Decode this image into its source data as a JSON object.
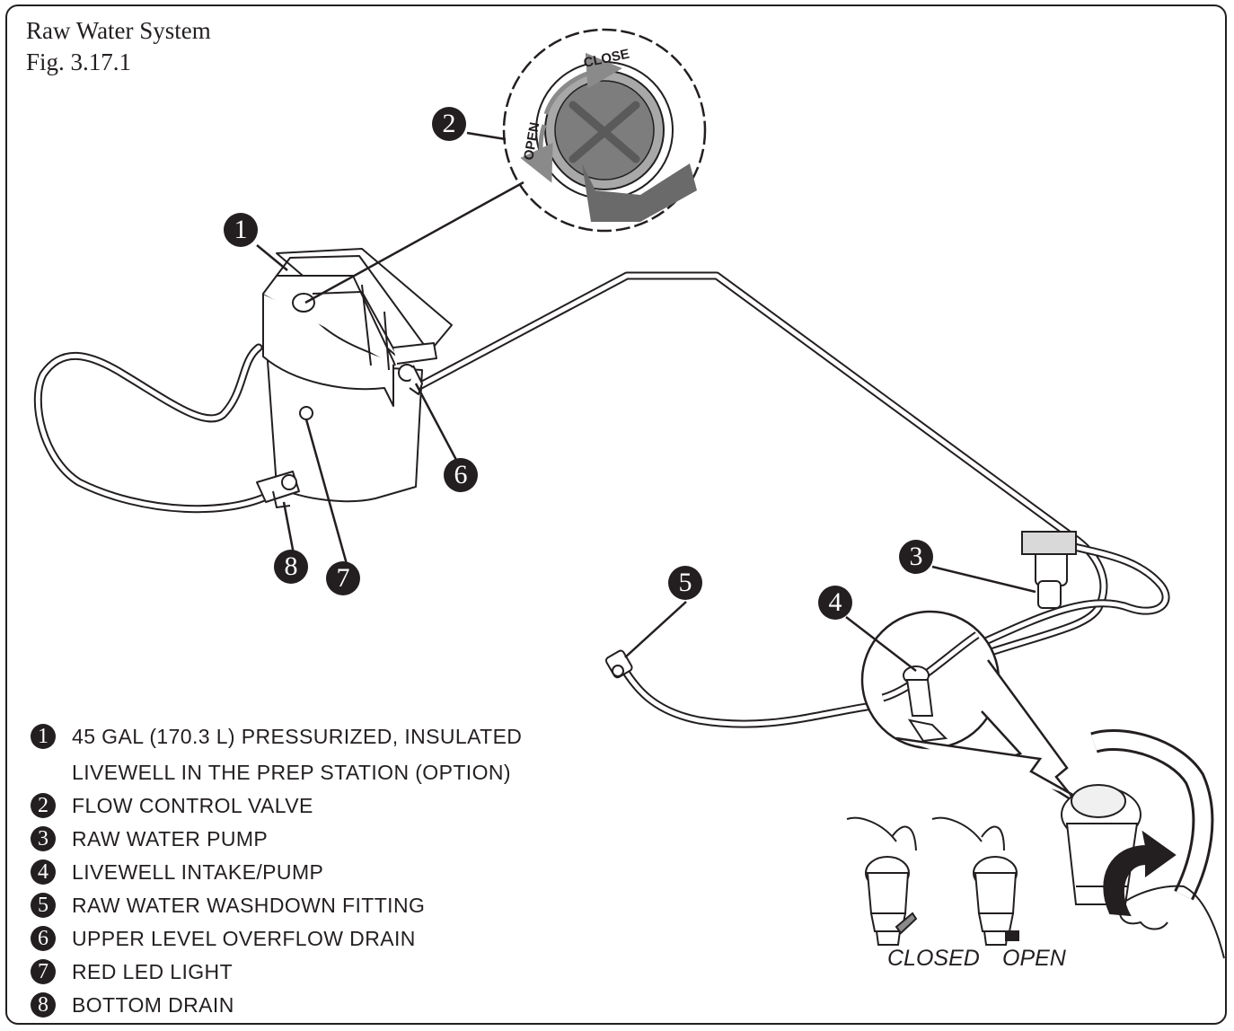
{
  "figure": {
    "title": "Raw Water System",
    "number": "Fig. 3.17.1"
  },
  "valve_detail": {
    "close_label": "CLOSE",
    "open_label": "OPEN"
  },
  "callouts": [
    "1",
    "2",
    "3",
    "4",
    "5",
    "6",
    "7",
    "8"
  ],
  "legend": [
    {
      "num": "1",
      "text": "45 GAL (170.3 L) PRESSURIZED, INSULATED",
      "continuation": "LIVEWELL IN THE PREP STATION (OPTION)"
    },
    {
      "num": "2",
      "text": "FLOW CONTROL VALVE"
    },
    {
      "num": "3",
      "text": "RAW WATER PUMP"
    },
    {
      "num": "4",
      "text": "LIVEWELL INTAKE/PUMP"
    },
    {
      "num": "5",
      "text": "RAW WATER WASHDOWN FITTING"
    },
    {
      "num": "6",
      "text": "UPPER LEVEL OVERFLOW DRAIN"
    },
    {
      "num": "7",
      "text": "RED LED LIGHT"
    },
    {
      "num": "8",
      "text": "BOTTOM DRAIN"
    }
  ],
  "intake_states": {
    "closed": "CLOSED",
    "open": "OPEN"
  },
  "colors": {
    "ink": "#231f20",
    "valve_gray": "#7d7d7d",
    "arrow_gray": "#8a8a8a"
  }
}
